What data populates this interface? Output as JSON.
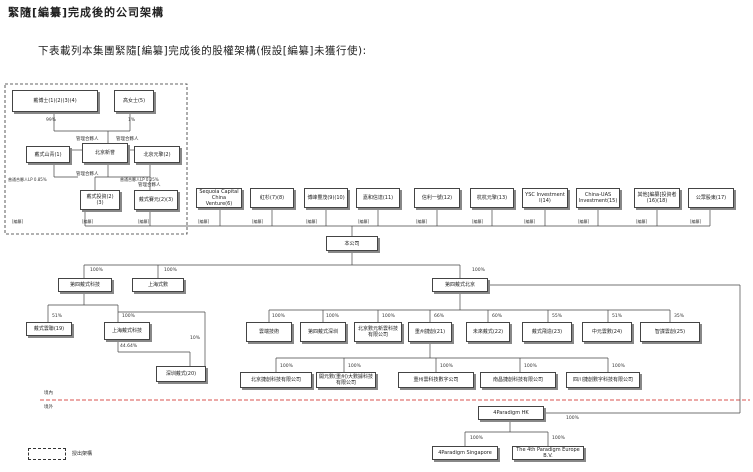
{
  "heading": "緊隨[編纂]完成後的公司架構",
  "intro": "下表載列本集團緊隨[編纂]完成後的股權架構(假設[編纂]未獲行使):",
  "redacted": "[編纂]",
  "nodes": {
    "n_founder1": "戴博士(1)(2)(3)(4)",
    "n_founder2": "高女士(5)",
    "n_daishan": "戴式山青(1)",
    "n_bjxq": "北京新誉",
    "n_bjyq": "北京元擎(2)",
    "n_daishi_inv": "戴式投資(2)(3)",
    "n_daishi_kc": "戴式賽元(2)(3)",
    "n_sequoia": "Sequoia Capital China Venture(6)",
    "n_hongfeng": "紅杉(7)(8)",
    "n_bohui": "博峰豐茂(9)(10)",
    "n_qinghan": "嘉和信達(11)",
    "n_guomin": "信利一號(12)",
    "n_huadu": "杭杭元擎(13)",
    "n_ysc": "YSC Investment I(14)",
    "n_cdas": "China-UAS Investment(15)",
    "n_other": "其他[編纂]投資者(16)(18)",
    "n_public": "公眾股東(17)",
    "n_company": "本公司",
    "n_sh_ds": "第四戴式科技",
    "n_sh_tech": "上海式數",
    "n_ds_cloud": "戴式雲聯(19)",
    "n_sh_ds_tech": "上海戴式科技",
    "n_ds_med": "深圳戴式(20)",
    "n_bj_ds": "第四戴式北京",
    "n_a1": "雲端技術",
    "n_a2": "第四戴式深圳",
    "n_a3": "北京數元新雲科技有限公司",
    "n_a4": "重州捷創(21)",
    "n_a5": "未來戴式(22)",
    "n_a6": "戴式飛造(23)",
    "n_a7": "中元雲數(24)",
    "n_a8": "智謀雲創(25)",
    "n_b1": "北京捷創科技有限公司",
    "n_b2": "開元數(重州)大數據科技有限公司",
    "n_b3": "重州雲科技數字公司",
    "n_b4": "南昌捷創科技有限公司",
    "n_b5": "四川捷創數字科技有限公司",
    "n_hk": "4Paradigm HK",
    "n_sg": "4Paradigm Singapore",
    "n_eu": "The 4th Paradigm Europe B.V."
  },
  "labels": {
    "vote1": "管理合夥人",
    "vote2": "管理合夥人",
    "vote3": "管理合夥人",
    "vote4": "管理合夥人"
  },
  "percentages": {
    "p_99": "99%",
    "p_1": "1%",
    "p_ds_a": "普通合夥人LP 0.85%",
    "p_ds_b": "普通合夥人LP 0.25%",
    "p_ch1": "100%",
    "p_ch2": "100%",
    "p_ch3": "100%",
    "p_51": "51%",
    "p_102": "100%",
    "p_4464": "44.64%",
    "p_10": "10%",
    "p_a1": "100%",
    "p_a2": "100%",
    "p_a3": "100%",
    "p_a4": "66%",
    "p_a5": "60%",
    "p_a6": "55%",
    "p_a7": "51%",
    "p_a8": "35%",
    "p_b1": "100%",
    "p_b2": "100%",
    "p_b3": "100%",
    "p_b4": "100%",
    "p_b5": "100%",
    "p_hk": "100%",
    "p_sg": "100%",
    "p_eu": "100%"
  },
  "zones": {
    "onshore": "境內",
    "offshore": "境外"
  },
  "legend": "授出架構",
  "colors": {
    "boundary": "#d9534f",
    "line": "#444444"
  }
}
